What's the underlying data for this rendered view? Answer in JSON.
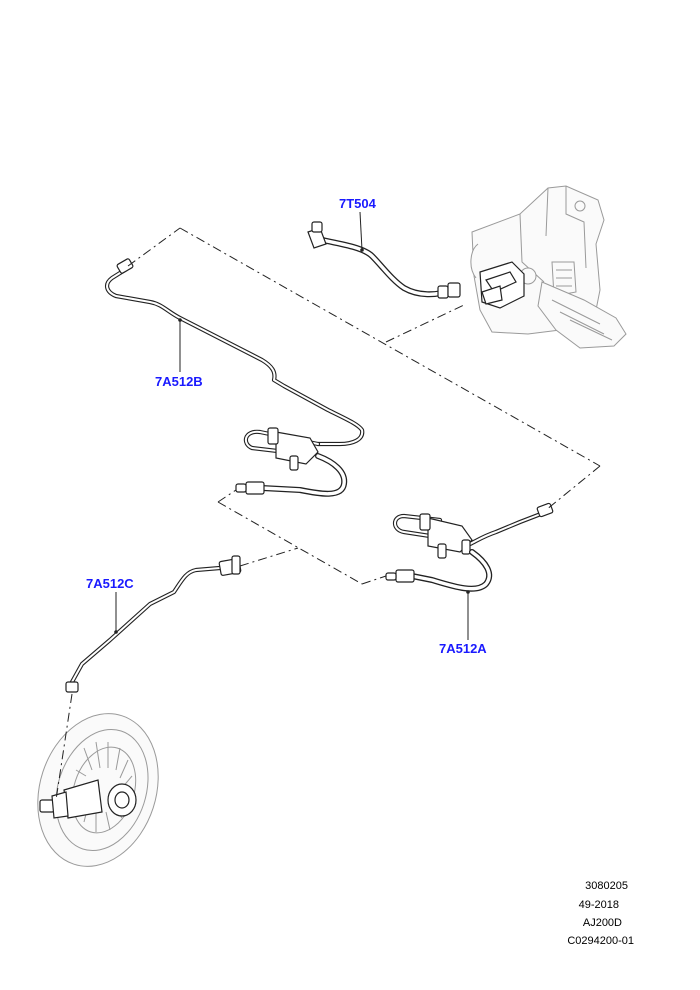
{
  "callouts": {
    "pedal_hose": "7T504",
    "upper_pipe": "7A512B",
    "lower_pipe": "7A512A",
    "slave_pipe": "7A512C"
  },
  "footer": {
    "line1": "3080205",
    "line2": "49-2018",
    "line3": "AJ200D",
    "line4": "C0294200-01"
  },
  "colors": {
    "callout": "#1a1aff",
    "linework": "#222222",
    "ghosted": "#9a9a9a"
  }
}
